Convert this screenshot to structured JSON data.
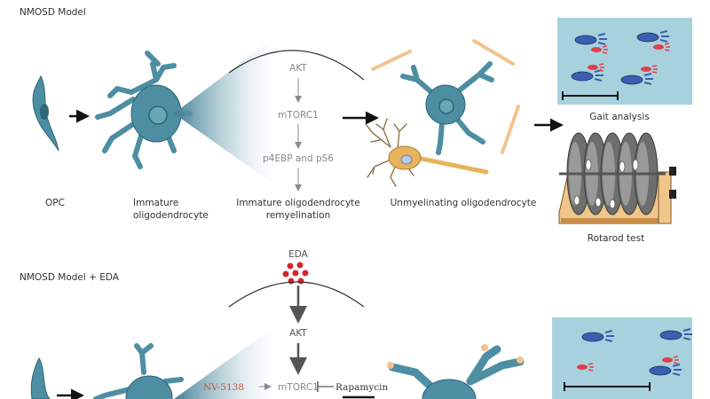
{
  "top": {
    "title": "NMOSD Model",
    "opc": "OPC",
    "immature": [
      "Immature",
      "oligodendrocyte"
    ],
    "pathway": [
      "AKT",
      "mTORC1",
      "p4EBP and pS6"
    ],
    "remyelination": [
      "Immature oligodendrocyte",
      "remyelination"
    ],
    "unmyelinating": "Unmyelinating oligodendrocyte",
    "gait": "Gait analysis",
    "rotarod": "Rotarod test"
  },
  "bottom": {
    "title": "NMOSD Model + EDA",
    "eda": "EDA",
    "akt": "AKT",
    "inhibitor_left": "NV-5138",
    "mtorc1": "mTORC1",
    "inhibitor_right": "Rapamycin"
  },
  "colors": {
    "cell": "#4e8ea2",
    "cell_dark": "#2f6678",
    "myelin": "#f2c38f",
    "neuron": "#e8b35c",
    "panel": "#a7d2dd",
    "foot_blue": "#3a5fb0",
    "foot_red": "#e0404a",
    "eda_red": "#d8262f",
    "nv_red": "#c8553b"
  }
}
